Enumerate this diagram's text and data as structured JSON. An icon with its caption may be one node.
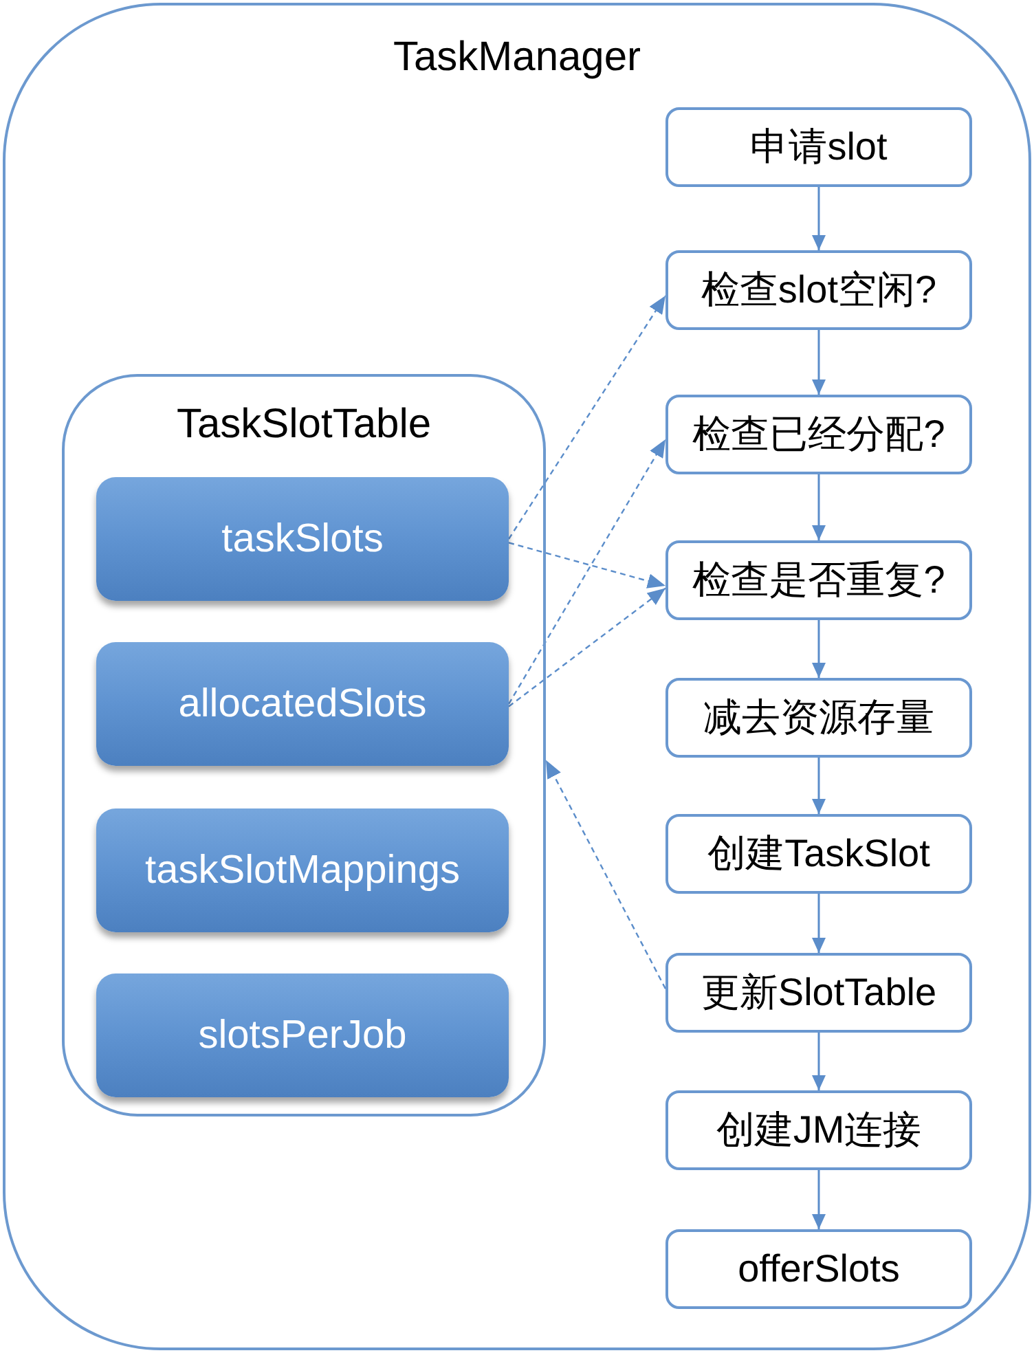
{
  "diagram": {
    "nodes": [
      {
        "text": [
          "TaskManager"
        ]
      },
      {
        "text": [
          "TaskSlotTable"
        ],
        "in": 0
      },
      {
        "text": [
          "taskSlots"
        ],
        "in": 1
      },
      {
        "text": [
          "allocatedSlots"
        ],
        "in": 1
      },
      {
        "text": [
          "taskSlotMappings"
        ],
        "in": 1
      },
      {
        "text": [
          "slotsPerJob"
        ],
        "in": 1
      },
      {
        "text": [
          "申请slot"
        ],
        "in": 0
      },
      {
        "text": [
          "检查slot空闲?"
        ],
        "in": 0
      },
      {
        "text": [
          "检查已经分配?"
        ],
        "in": 0
      },
      {
        "text": [
          "检查是否重复?"
        ],
        "in": 0
      },
      {
        "text": [
          "减去资源存量"
        ],
        "in": 0
      },
      {
        "text": [
          "创建TaskSlot"
        ],
        "in": 0
      },
      {
        "text": [
          "更新SlotTable"
        ],
        "in": 0
      },
      {
        "text": [
          "创建JM连接"
        ],
        "in": 0
      },
      {
        "text": [
          "offerSlots"
        ],
        "in": 0
      }
    ],
    "edges": [
      {
        "from": 6,
        "to": 7,
        "arrow": "to"
      },
      {
        "from": 7,
        "to": 8,
        "arrow": "to"
      },
      {
        "from": 8,
        "to": 9,
        "arrow": "to"
      },
      {
        "from": 9,
        "to": 10,
        "arrow": "to"
      },
      {
        "from": 10,
        "to": 11,
        "arrow": "to"
      },
      {
        "from": 11,
        "to": 12,
        "arrow": "to"
      },
      {
        "from": 12,
        "to": 13,
        "arrow": "to"
      },
      {
        "from": 13,
        "to": 14,
        "arrow": "to"
      },
      {
        "from": 2,
        "to": 7,
        "arrow": "to",
        "style": "dashed"
      },
      {
        "from": 2,
        "to": 9,
        "arrow": "to",
        "style": "dashed"
      },
      {
        "from": 3,
        "to": 8,
        "arrow": "to",
        "style": "dashed"
      },
      {
        "from": 3,
        "to": 9,
        "arrow": "to",
        "style": "dashed"
      },
      {
        "from": 12,
        "to": 1,
        "arrow": "to",
        "style": "dashed"
      }
    ]
  }
}
